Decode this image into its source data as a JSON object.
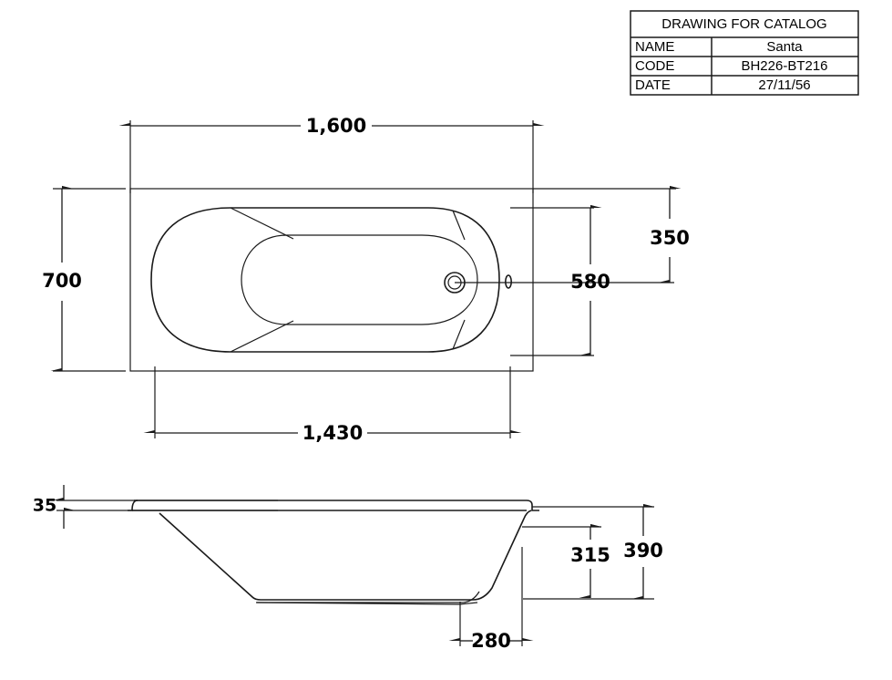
{
  "title_block": {
    "heading": "DRAWING FOR CATALOG",
    "rows": [
      {
        "label": "NAME",
        "value": "Santa"
      },
      {
        "label": "CODE",
        "value": "BH226-BT216"
      },
      {
        "label": "DATE",
        "value": "27/11/56"
      }
    ]
  },
  "views": {
    "top": {
      "name": "top-view",
      "dimensions": {
        "overall_length": "1,600",
        "overall_width": "700",
        "inner_length": "1,430",
        "drain_offset_edge": "350",
        "drain_offset_side": "580"
      }
    },
    "side": {
      "name": "side-view",
      "dimensions": {
        "rim_thickness": "35",
        "inner_depth": "315",
        "overall_height": "390",
        "base_offset": "280"
      }
    }
  },
  "colors": {
    "line": "#1a1a1a",
    "background": "#ffffff",
    "text": "#000000"
  },
  "units": "mm"
}
